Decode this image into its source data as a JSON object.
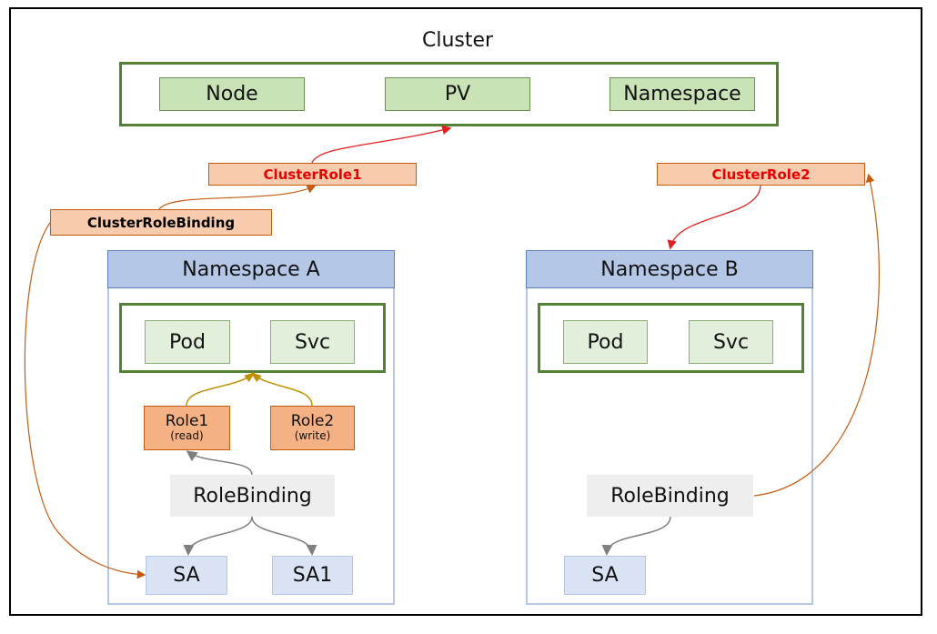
{
  "cluster": {
    "title": "Cluster",
    "items": [
      "Node",
      "PV",
      "Namespace"
    ]
  },
  "cluster_roles": {
    "role1": "ClusterRole1",
    "role2": "ClusterRole2",
    "binding": "ClusterRoleBinding"
  },
  "namespace_a": {
    "title": "Namespace A",
    "pod": "Pod",
    "svc": "Svc",
    "role1": {
      "name": "Role1",
      "note": "(read)"
    },
    "role2": {
      "name": "Role2",
      "note": "(write)"
    },
    "role_binding": "RoleBinding",
    "sa": "SA",
    "sa1": "SA1"
  },
  "namespace_b": {
    "title": "Namespace B",
    "pod": "Pod",
    "svc": "Svc",
    "role_binding": "RoleBinding",
    "sa": "SA"
  },
  "colors": {
    "green_border": "#548235",
    "green_fill": "#c9e3b7",
    "orange_fill": "#f8cbad",
    "orange_line": "#c55a11",
    "red_text": "#e60000",
    "namespace_header": "#b4c7e7",
    "gold_line": "#bf9000",
    "gray_line": "#7f7f7f"
  }
}
